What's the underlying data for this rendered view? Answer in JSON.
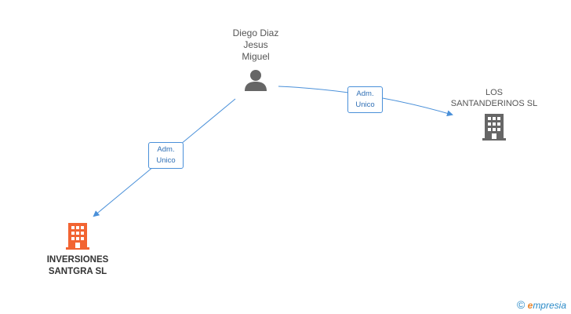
{
  "nodes": {
    "person": {
      "line1": "Diego Diaz",
      "line2": "Jesus",
      "line3": "Miguel",
      "icon": "person-icon"
    },
    "company_right": {
      "line1": "LOS",
      "line2": "SANTANDERINOS SL",
      "icon": "building-icon"
    },
    "company_left": {
      "line1": "INVERSIONES",
      "line2": "SANTGRA SL",
      "icon": "building-icon"
    }
  },
  "edges": {
    "to_right": {
      "line1": "Adm.",
      "line2": "Unico"
    },
    "to_left": {
      "line1": "Adm.",
      "line2": "Unico"
    }
  },
  "colors": {
    "line": "#4a90d9",
    "icon_gray": "#666666",
    "icon_highlight": "#f26432",
    "brand": "#2a8ac7",
    "brand_accent": "#e8832a"
  },
  "brand": {
    "symbol": "©",
    "initial": "e",
    "rest": "mpresia"
  }
}
